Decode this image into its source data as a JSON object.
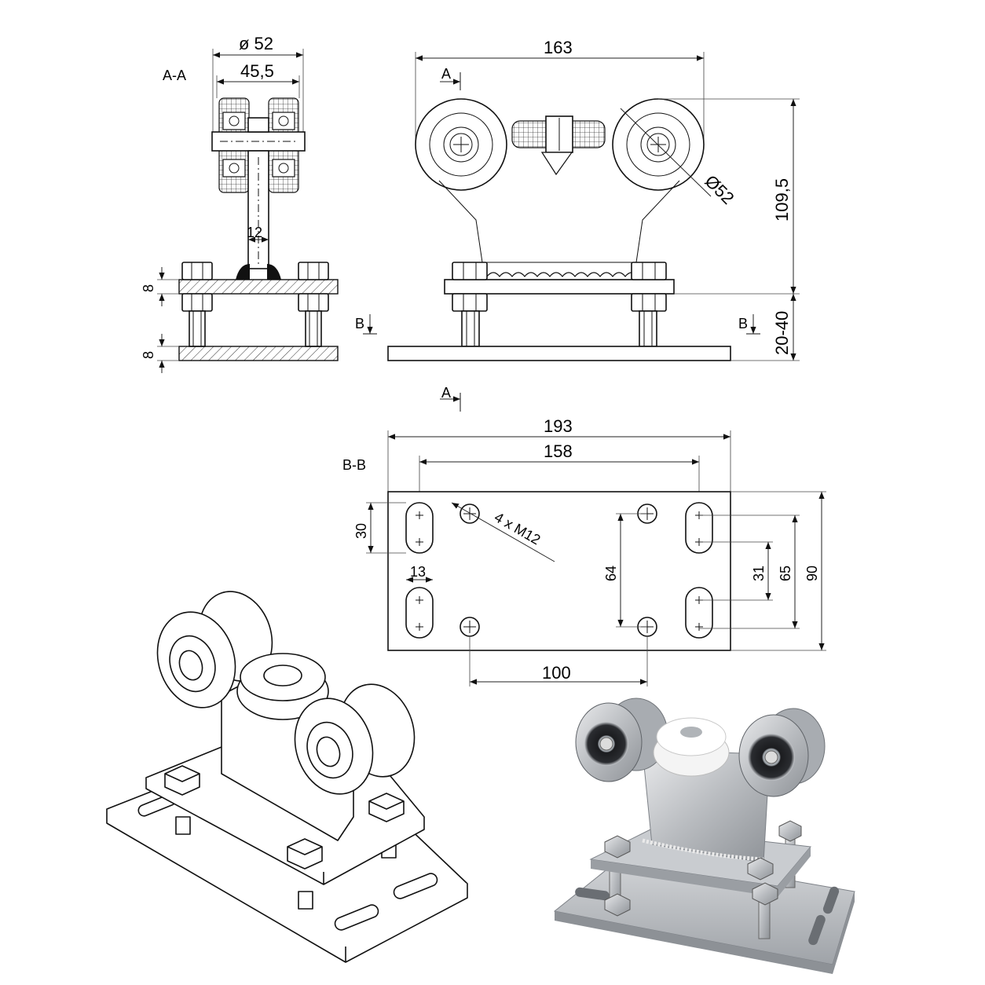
{
  "section_aa": {
    "label": "A-A",
    "dia_outer": "ø 52",
    "width_inner": "45,5",
    "shaft": "12",
    "plate_top": "8",
    "plate_bottom": "8"
  },
  "front_view": {
    "width": "163",
    "height": "109,5",
    "adjust": "20-40",
    "wheel_dia": "Ø52",
    "cut_a": "A",
    "cut_b_left": "B",
    "cut_b_right": "B"
  },
  "section_bb": {
    "label": "B-B",
    "cut_a": "A",
    "plate_width": "193",
    "slot_spacing": "158",
    "slot_len": "30",
    "slot_width": "13",
    "thread": "4 x M12",
    "hole_v": "64",
    "slot_v1": "31",
    "slot_v2": "65",
    "plate_depth": "90",
    "hole_h": "100"
  }
}
